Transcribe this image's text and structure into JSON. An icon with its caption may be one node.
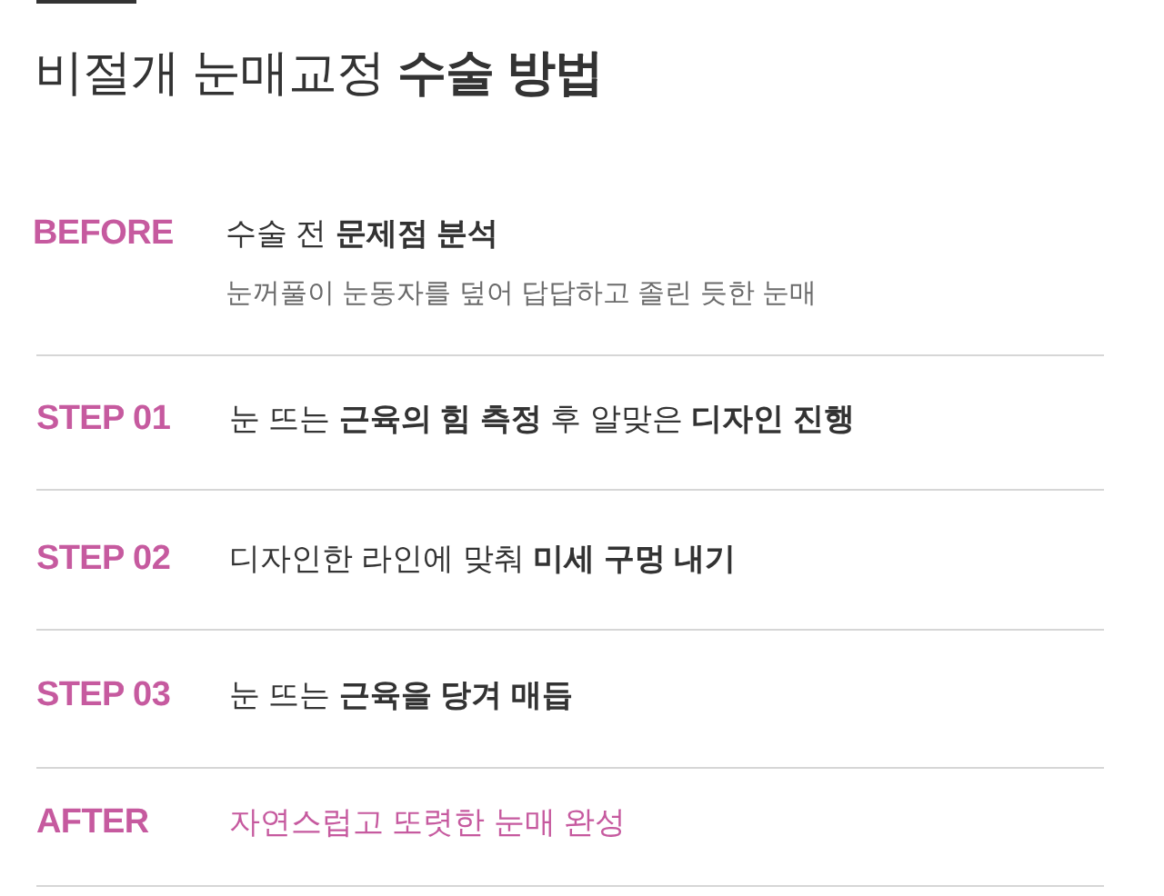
{
  "diagram": {
    "title": "비절개 눈매교정 **수술 방법**",
    "labels": [
      "BEFORE",
      "수술 전 **문제점 분석**",
      "눈꺼풀이 눈동자를 덮어 답답하고 졸린 듯한 눈매",
      "STEP 01",
      "눈 뜨는 **근육의 힘 측정** 후 알맞은 **디자인 진행**",
      "STEP 02",
      "디자인한 라인에 맞춰 **미세 구멍 내기**",
      "STEP 03",
      "눈 뜨는 **근육을 당겨 매듭**",
      "AFTER",
      "자연스럽고 또렷한 눈매 완성"
    ]
  }
}
